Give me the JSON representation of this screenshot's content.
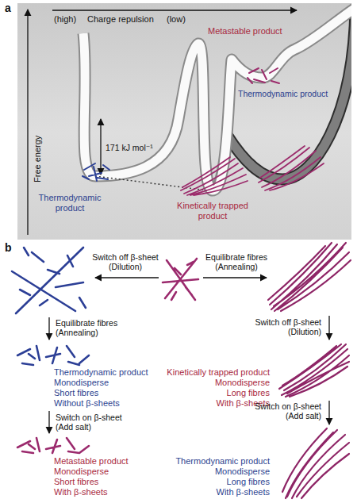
{
  "diagram": {
    "nodes": [
      {
        "text": [
          "(high)",
          "Charge repulsion",
          "(low)",
          "Free energy",
          "Metastable product",
          "Thermodynamic product",
          "171 kJ mol⁻¹",
          "Thermodynamic product",
          "Kinetically trapped product"
        ]
      }
    ],
    "labels": [
      "a",
      "b",
      "Switch off β-sheet (Dilution)",
      "Equilibrate fibres (Annealing)",
      "Equilibrate fibres (Annealing)",
      "Thermodynamic product",
      "Monodisperse",
      "Short fibres",
      "Without β-sheets",
      "Switch on β-sheet (Add salt)",
      "Metastable product",
      "Monodisperse",
      "Short fibres",
      "With β-sheets",
      "Switch off β-sheet (Dilution)",
      "Kinetically trapped product",
      "Monodisperse",
      "Long fibres",
      "With β-sheets",
      "Switch on β-sheet (Add salt)",
      "Thermodynamic product",
      "Monodisperse",
      "Long fibres",
      "With β-sheets"
    ]
  }
}
